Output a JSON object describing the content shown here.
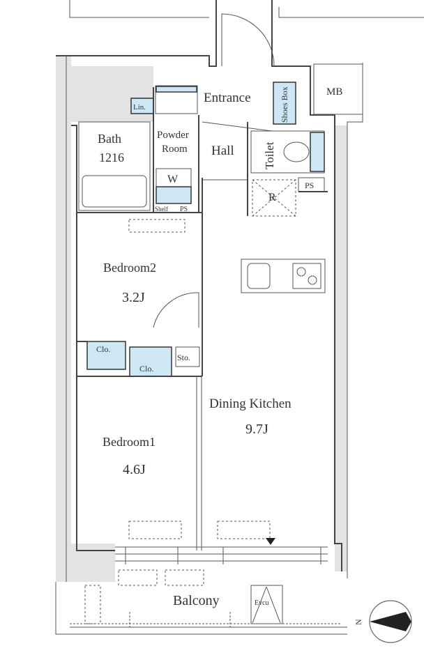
{
  "rooms": {
    "entrance": "Entrance",
    "shoes_box": "Shoes Box",
    "mb": "MB",
    "linen": "Lin.",
    "bath": "Bath",
    "bath_size": "1216",
    "powder_room_1": "Powder",
    "powder_room_2": "Room",
    "washer": "W",
    "shelf": "Shelf",
    "ps_bath": "PS",
    "hall": "Hall",
    "toilet": "Toilet",
    "refrigerator": "R",
    "ps_kitchen": "PS",
    "bedroom2": "Bedroom2",
    "bedroom2_size": "3.2J",
    "closet_a": "Clo.",
    "closet_b": "Clo.",
    "storage": "Sto.",
    "dining_kitchen": "Dining Kitchen",
    "dining_kitchen_size": "9.7J",
    "bedroom1": "Bedroom1",
    "bedroom1_size": "4.6J",
    "balcony": "Balcony",
    "evacuation": "Evcu"
  },
  "compass": {
    "label": "N"
  },
  "colors": {
    "fixture": "#cde8f4",
    "structure": "#e3e3e3",
    "wall": "#444444"
  }
}
